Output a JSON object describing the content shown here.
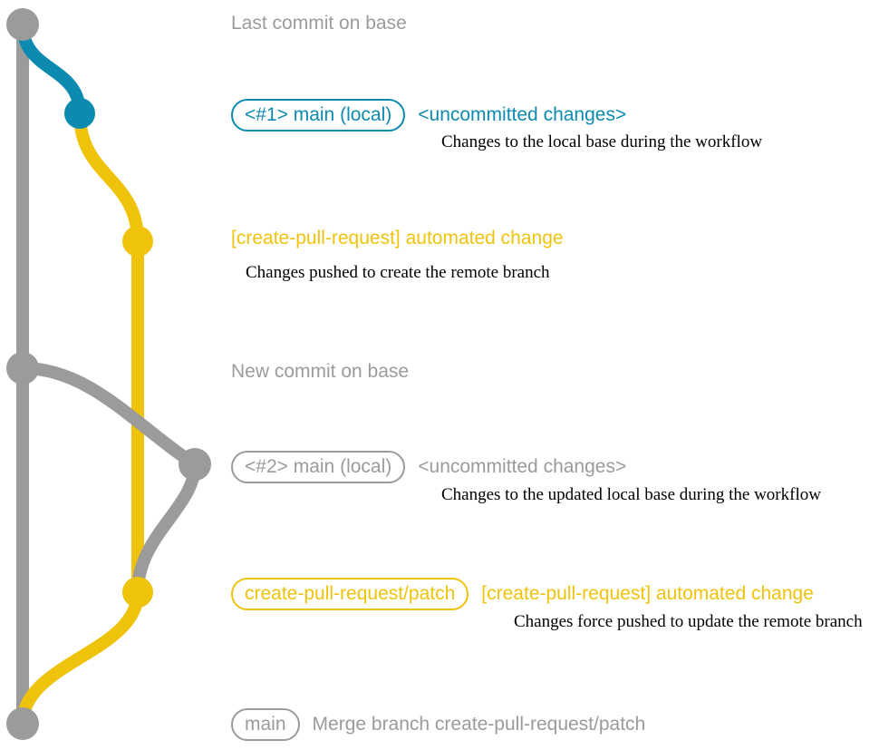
{
  "diagram": {
    "title": "git branch graph for create-pull-request workflow",
    "colors": {
      "base_gray": "#9b9b9b",
      "local_blue": "#0d8ab0",
      "remote_yellow": "#efc30b",
      "note_black": "#000000",
      "background": "#ffffff"
    }
  },
  "rows": [
    {
      "id": "base-last",
      "badge": null,
      "subject": "Last commit on base",
      "subject_color": "gray",
      "note": null,
      "node_color": "#9b9b9b"
    },
    {
      "id": "commit-1",
      "badge": "<#1> main (local)",
      "subject": "<uncommitted changes>",
      "subject_color": "blue",
      "note": "Changes to the local base during the workflow",
      "node_color": "#0d8ab0"
    },
    {
      "id": "commit-2",
      "badge": null,
      "subject": "[create-pull-request] automated change",
      "subject_color": "yellow",
      "note": "Changes pushed to create the remote branch",
      "node_color": "#efc30b"
    },
    {
      "id": "base-new",
      "badge": null,
      "subject": "New commit on base",
      "subject_color": "gray",
      "note": null,
      "node_color": "#9b9b9b"
    },
    {
      "id": "commit-3",
      "badge": "<#2> main (local)",
      "subject": "<uncommitted changes>",
      "subject_color": "gray",
      "note": "Changes to the updated local base during the workflow",
      "node_color": "#9b9b9b"
    },
    {
      "id": "commit-4",
      "badge": "create-pull-request/patch",
      "subject": "[create-pull-request] automated change",
      "subject_color": "yellow",
      "note": "Changes force pushed to update the remote branch",
      "node_color": "#efc30b"
    },
    {
      "id": "commit-5",
      "badge": "main",
      "subject": "Merge branch create-pull-request/patch",
      "subject_color": "gray",
      "note": null,
      "node_color": "#9b9b9b"
    }
  ]
}
